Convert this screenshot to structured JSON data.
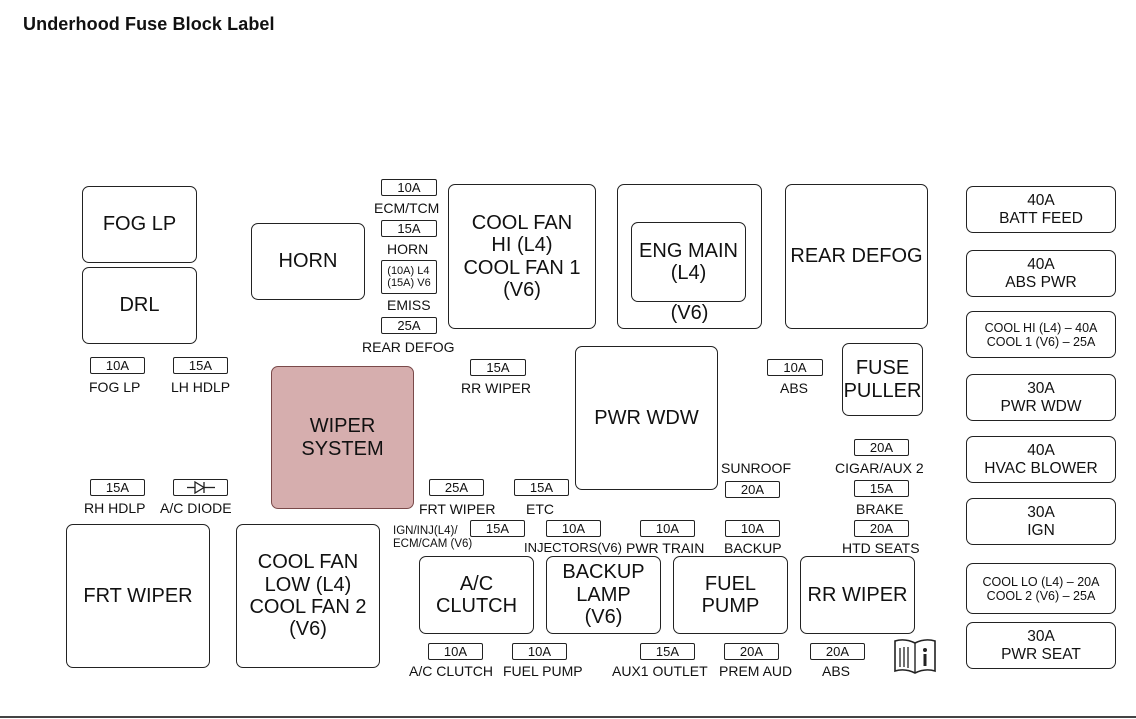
{
  "title": "Underhood Fuse Block Label",
  "relays": {
    "fog_lp": "FOG LP",
    "drl": "DRL",
    "horn": "HORN",
    "cool_fan_hi": "COOL FAN\nHI (L4)\nCOOL FAN 1\n(V6)",
    "eng_main": "ENG MAIN\n(L4)",
    "eng_main_v6": "(V6)",
    "rear_defog": "REAR DEFOG",
    "wiper_system": "WIPER\nSYSTEM",
    "pwr_wdw": "PWR WDW",
    "fuse_puller": "FUSE\nPULLER",
    "frt_wiper": "FRT WIPER",
    "cool_fan_low": "COOL FAN\nLOW (L4)\nCOOL FAN 2\n(V6)",
    "ac_clutch": "A/C\nCLUTCH",
    "backup_lamp": "BACKUP\nLAMP\n(V6)",
    "fuel_pump": "FUEL\nPUMP",
    "rr_wiper": "RR WIPER"
  },
  "maxi_fuses": [
    {
      "rating": "40A",
      "name": "BATT FEED"
    },
    {
      "rating": "40A",
      "name": "ABS PWR"
    },
    {
      "rating": "",
      "name": "COOL HI (L4) – 40A\nCOOL 1 (V6) – 25A"
    },
    {
      "rating": "30A",
      "name": "PWR WDW"
    },
    {
      "rating": "40A",
      "name": "HVAC BLOWER"
    },
    {
      "rating": "30A",
      "name": "IGN"
    },
    {
      "rating": "",
      "name": "COOL LO (L4) – 20A\nCOOL 2 (V6) – 25A"
    },
    {
      "rating": "30A",
      "name": "PWR SEAT"
    }
  ],
  "fuses": {
    "ecm_tcm": {
      "rating": "10A",
      "label": "ECM/TCM"
    },
    "horn": {
      "rating": "15A",
      "label": "HORN"
    },
    "emiss": {
      "rating": "(10A) L4\n(15A) V6",
      "label": "EMISS"
    },
    "rear_defog": {
      "rating": "25A",
      "label": "REAR DEFOG"
    },
    "fog_lp": {
      "rating": "10A",
      "label": "FOG LP"
    },
    "lh_hdlp": {
      "rating": "15A",
      "label": "LH HDLP"
    },
    "rr_wiper": {
      "rating": "15A",
      "label": "RR WIPER"
    },
    "abs_top": {
      "rating": "10A",
      "label": "ABS"
    },
    "rh_hdlp": {
      "rating": "15A",
      "label": "RH HDLP"
    },
    "ac_diode": {
      "rating": "",
      "label": "A/C DIODE"
    },
    "frt_wiper": {
      "rating": "25A",
      "label": "FRT WIPER"
    },
    "etc": {
      "rating": "15A",
      "label": "ETC"
    },
    "sunroof": {
      "rating": "20A",
      "label": "SUNROOF"
    },
    "cigar_aux": {
      "rating": "20A",
      "label": "CIGAR/AUX 2"
    },
    "brake": {
      "rating": "15A",
      "label": "BRAKE"
    },
    "ign_inj": {
      "rating": "15A",
      "label": "IGN/INJ(L4)/\nECM/CAM (V6)"
    },
    "injectors": {
      "rating": "10A",
      "label": "INJECTORS(V6)"
    },
    "pwr_train": {
      "rating": "10A",
      "label": "PWR TRAIN"
    },
    "backup": {
      "rating": "10A",
      "label": "BACKUP"
    },
    "htd_seats": {
      "rating": "20A",
      "label": "HTD SEATS"
    },
    "ac_clutch": {
      "rating": "10A",
      "label": "A/C CLUTCH"
    },
    "fuel_pump": {
      "rating": "10A",
      "label": "FUEL PUMP"
    },
    "aux1_outlet": {
      "rating": "15A",
      "label": "AUX1 OUTLET"
    },
    "prem_aud": {
      "rating": "20A",
      "label": "PREM AUD"
    },
    "abs_bottom": {
      "rating": "20A",
      "label": "ABS"
    }
  },
  "icons": {
    "manual": "manual-book-icon",
    "diode": "diode-icon"
  }
}
